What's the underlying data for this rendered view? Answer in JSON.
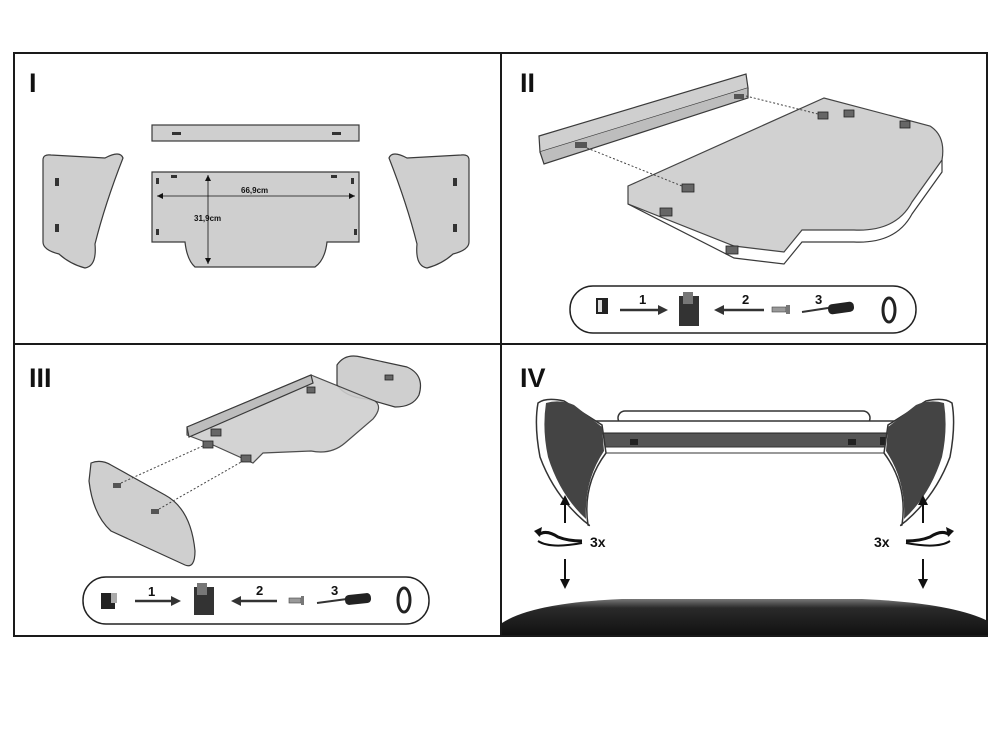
{
  "steps": [
    {
      "label": "I",
      "dimensions": {
        "width": "66,9cm",
        "height": "31,9cm"
      }
    },
    {
      "label": "II",
      "sequence": [
        "1",
        "2",
        "3"
      ]
    },
    {
      "label": "III",
      "sequence": [
        "1",
        "2",
        "3"
      ]
    },
    {
      "label": "IV",
      "rotation_left": "3x",
      "rotation_right": "3x"
    }
  ],
  "icons": [
    "bracket-icon",
    "arrow-right-icon",
    "arrow-left-icon",
    "screw-icon",
    "screwdriver-icon",
    "washer-icon",
    "rotate-icon",
    "arrow-up-icon",
    "arrow-down-icon"
  ],
  "colors": {
    "panel_fill": "#cfcfcf",
    "panel_stroke": "#3a3a3a",
    "dark_fill": "#4a4a4a",
    "car_roof": "#1e1e1e"
  }
}
